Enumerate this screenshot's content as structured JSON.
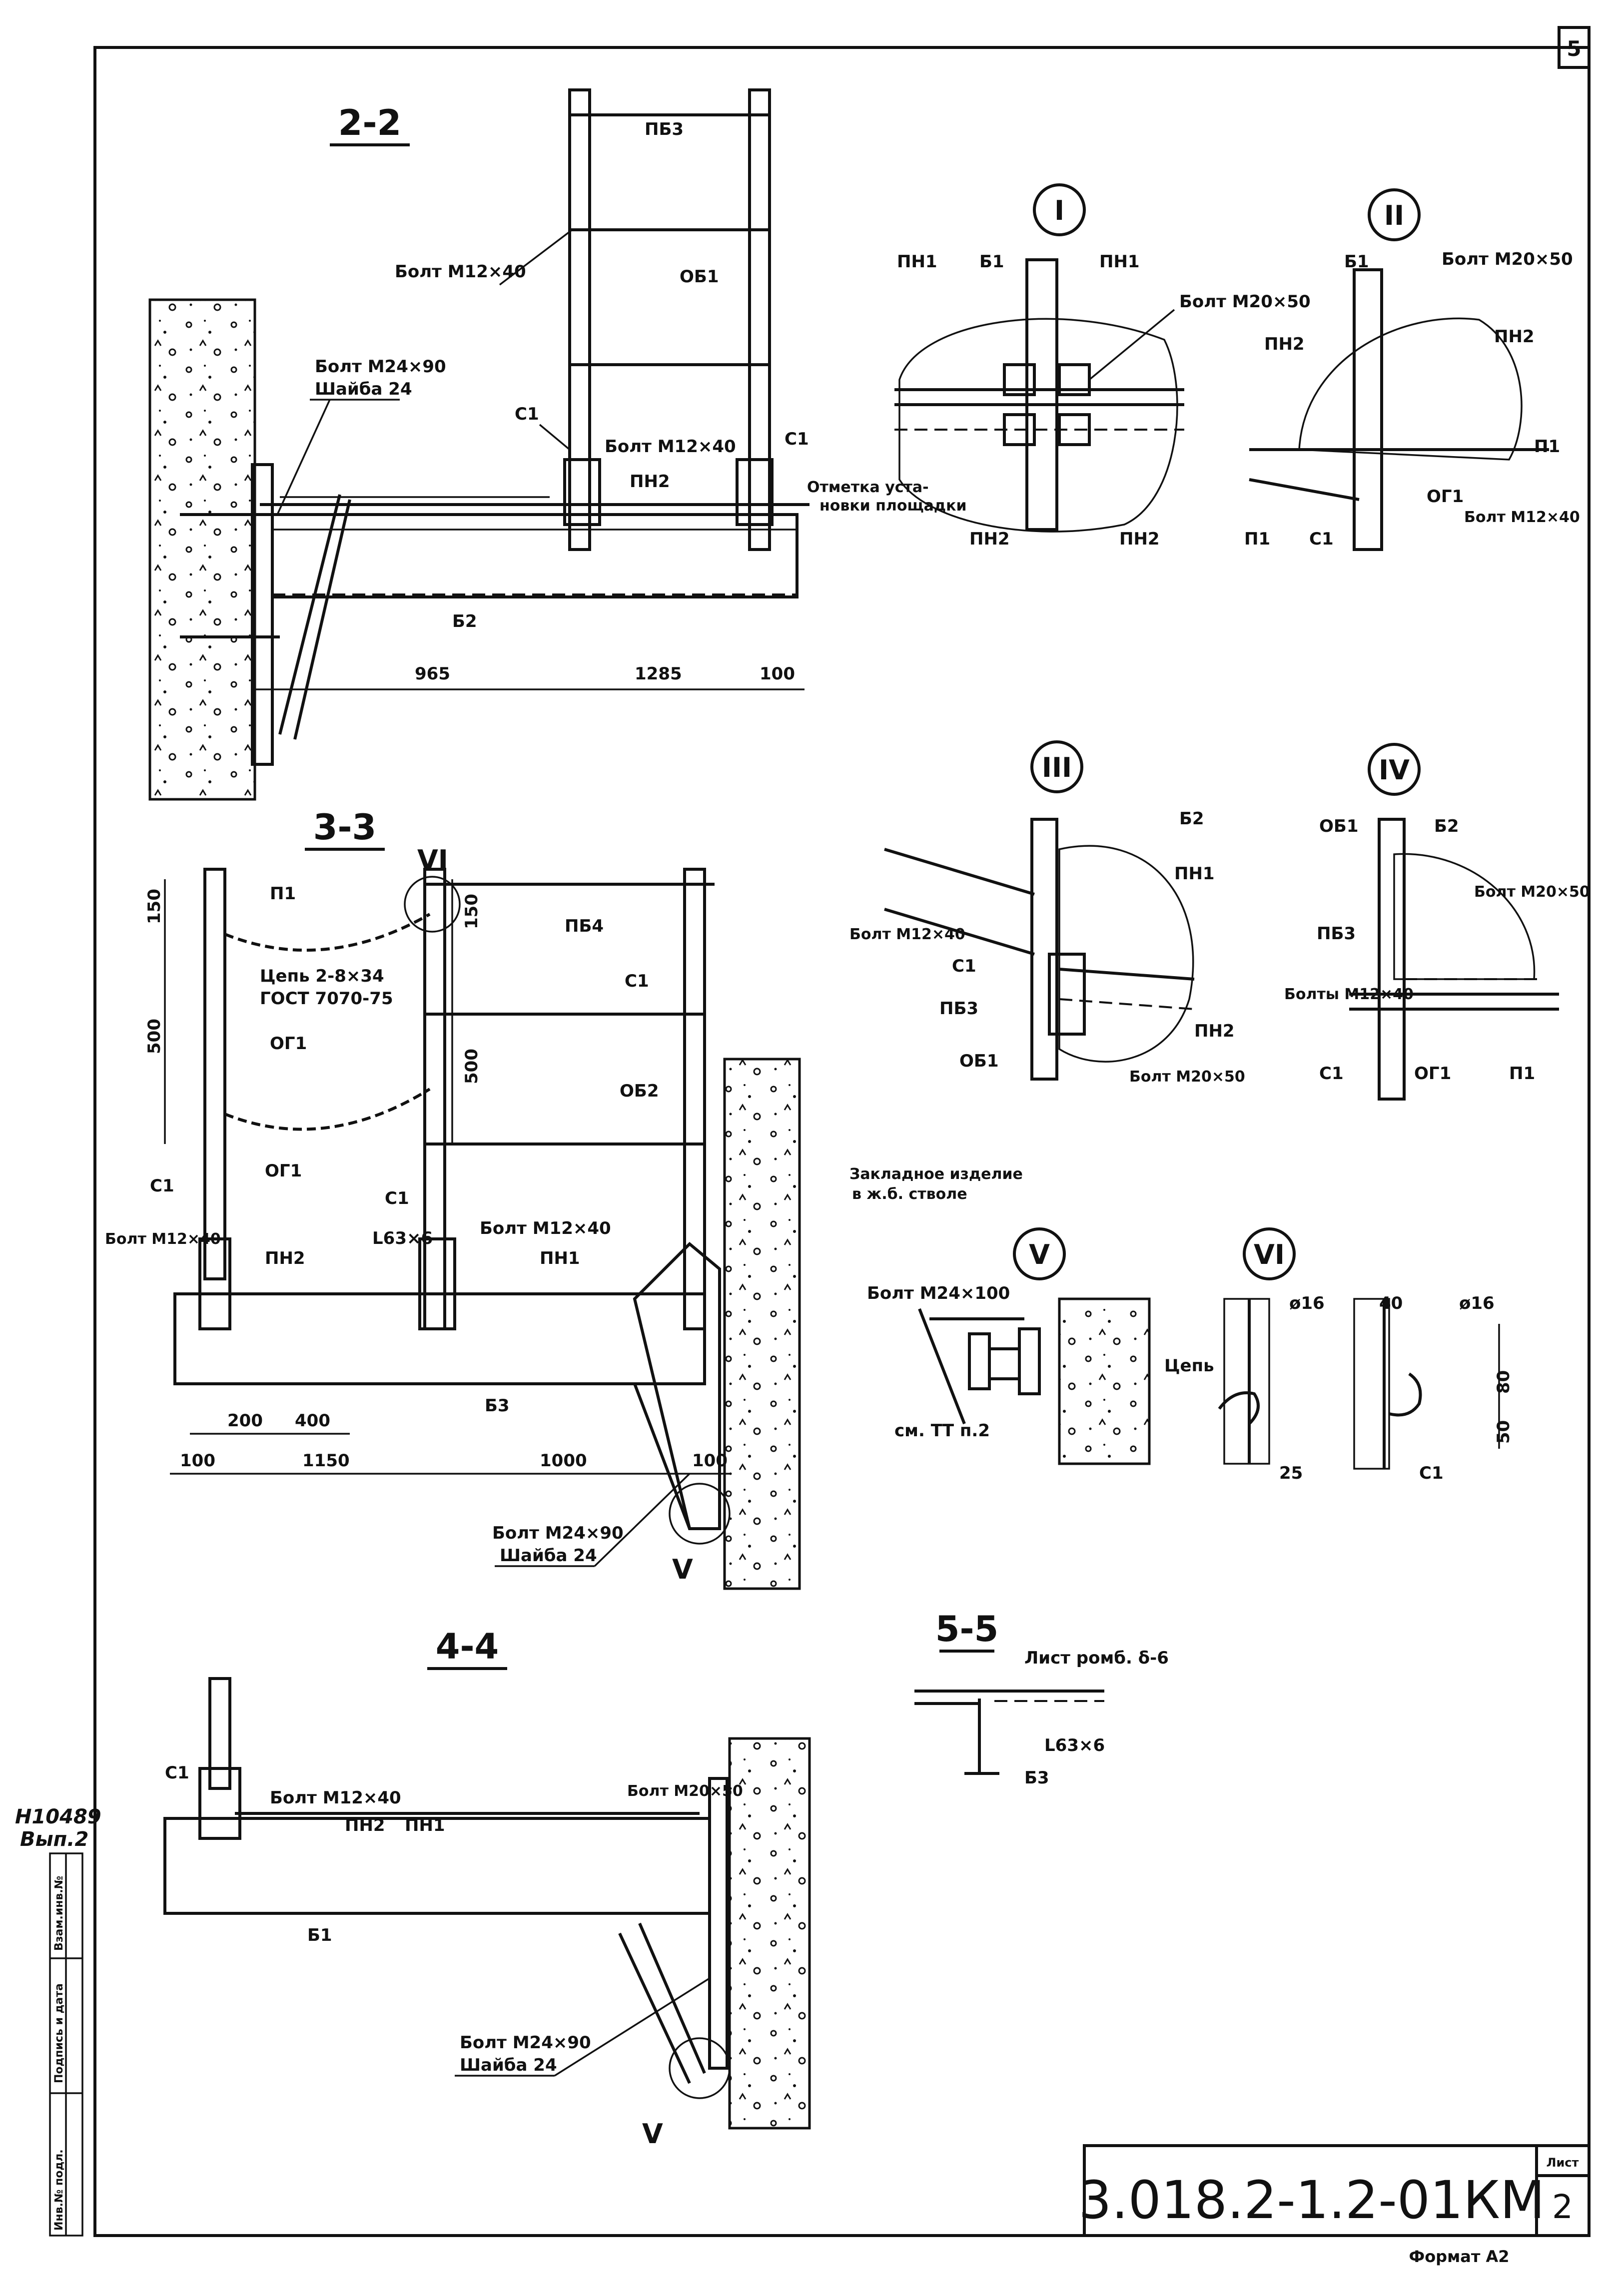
{
  "sheet": {
    "corner_number": "5",
    "code": "3.018.2-1.2-01КМ",
    "sheet_label": "Лист",
    "sheet_number": "2",
    "format": "Формат А2",
    "archive_no": "Н10489",
    "issue": "Вып.2",
    "margin_stamp": [
      "Инв.№ подл.",
      "Подпись и дата",
      "Взам.инв.№"
    ]
  },
  "views": {
    "s22": {
      "title": "2-2",
      "labels": {
        "pb3": "ПБ3",
        "bolt_m12x40": "Болт М12×40",
        "ob1": "ОБ1",
        "bolt_m24x90": "Болт М24×90",
        "washer": "Шайба 24",
        "c1a": "С1",
        "c1b": "С1",
        "bolt_m12x40b": "Болт М12×40",
        "pn2": "ПН2",
        "mark1": "Отметка уста-",
        "mark2": "новки площадки",
        "b2": "Б2"
      },
      "dims": {
        "d1": "965",
        "d2": "1285",
        "d3": "100"
      }
    },
    "s33": {
      "title": "3-3",
      "labels": {
        "p1": "П1",
        "chain1": "Цепь 2-8×34",
        "chain2": "ГОСТ 7070-75",
        "og1a": "ОГ1",
        "og1b": "ОГ1",
        "c1a": "С1",
        "c1b": "С1",
        "c1c": "С1",
        "pb4": "ПБ4",
        "ob2": "ОБ2",
        "bolt_m12x40a": "Болт М12×40",
        "bolt_m12x40b": "Болт М12×40",
        "pn2": "ПН2",
        "angle": "L63×6",
        "pn1": "ПН1",
        "emb1": "Закладное изделие",
        "emb2": "в ж.б. стволе",
        "b3": "Б3",
        "bolt_m24x90": "Болт М24×90",
        "washer": "Шайба 24",
        "callout_vi": "VI",
        "callout_v": "V"
      },
      "dims": {
        "h150a": "150",
        "h500a": "500",
        "h150b": "150",
        "h500b": "500",
        "w200": "200",
        "w400": "400",
        "w100a": "100",
        "w1150": "1150",
        "w1000": "1000",
        "w100b": "100"
      }
    },
    "s44": {
      "title": "4-4",
      "labels": {
        "c1": "С1",
        "bolt_m12x40": "Болт М12×40",
        "pn2": "ПН2",
        "pn1": "ПН1",
        "bolt_m20x50": "Болт М20×50",
        "b1": "Б1",
        "bolt_m24x90": "Болт М24×90",
        "washer": "Шайба 24",
        "callout_v": "V"
      }
    },
    "s55": {
      "title": "5-5",
      "labels": {
        "sheet": "Лист ромб. δ-6",
        "angle": "L63×6",
        "b3": "Б3"
      }
    },
    "node1": {
      "title": "I",
      "labels": {
        "pn1a": "ПН1",
        "b1": "Б1",
        "pn1b": "ПН1",
        "bolt_m20x50": "Болт М20×50",
        "pn2a": "ПН2",
        "pn2b": "ПН2"
      }
    },
    "node2": {
      "title": "II",
      "labels": {
        "b1": "Б1",
        "bolt_m20x50": "Болт М20×50",
        "pn2a": "ПН2",
        "pn2b": "ПН2",
        "p1a": "П1",
        "og1": "ОГ1",
        "bolt_m12x40": "Болт М12×40",
        "p1b": "П1",
        "c1": "С1"
      }
    },
    "node3": {
      "title": "III",
      "labels": {
        "b2": "Б2",
        "pn1": "ПН1",
        "bolt_m12x40": "Болт М12×40",
        "c1": "С1",
        "pb3": "ПБ3",
        "pn2": "ПН2",
        "ob1": "ОБ1",
        "bolt_m20x50": "Болт М20×50"
      }
    },
    "node4": {
      "title": "IV",
      "labels": {
        "ob1": "ОБ1",
        "b2": "Б2",
        "bolt_m20x50": "Болт М20×50",
        "pb3": "ПБ3",
        "bolts_m12x40": "Болты М12×40",
        "c1": "С1",
        "og1": "ОГ1",
        "p1": "П1"
      }
    },
    "node5": {
      "title": "V",
      "labels": {
        "bolt_m24x100": "Болт М24×100",
        "see": "см. ТТ п.2"
      }
    },
    "node6": {
      "title": "VI",
      "labels": {
        "dia1": "ø16",
        "chain": "Цепь",
        "d25": "25",
        "d40": "40",
        "dia2": "ø16",
        "d80": "80",
        "d50": "50",
        "c1": "С1"
      }
    }
  }
}
